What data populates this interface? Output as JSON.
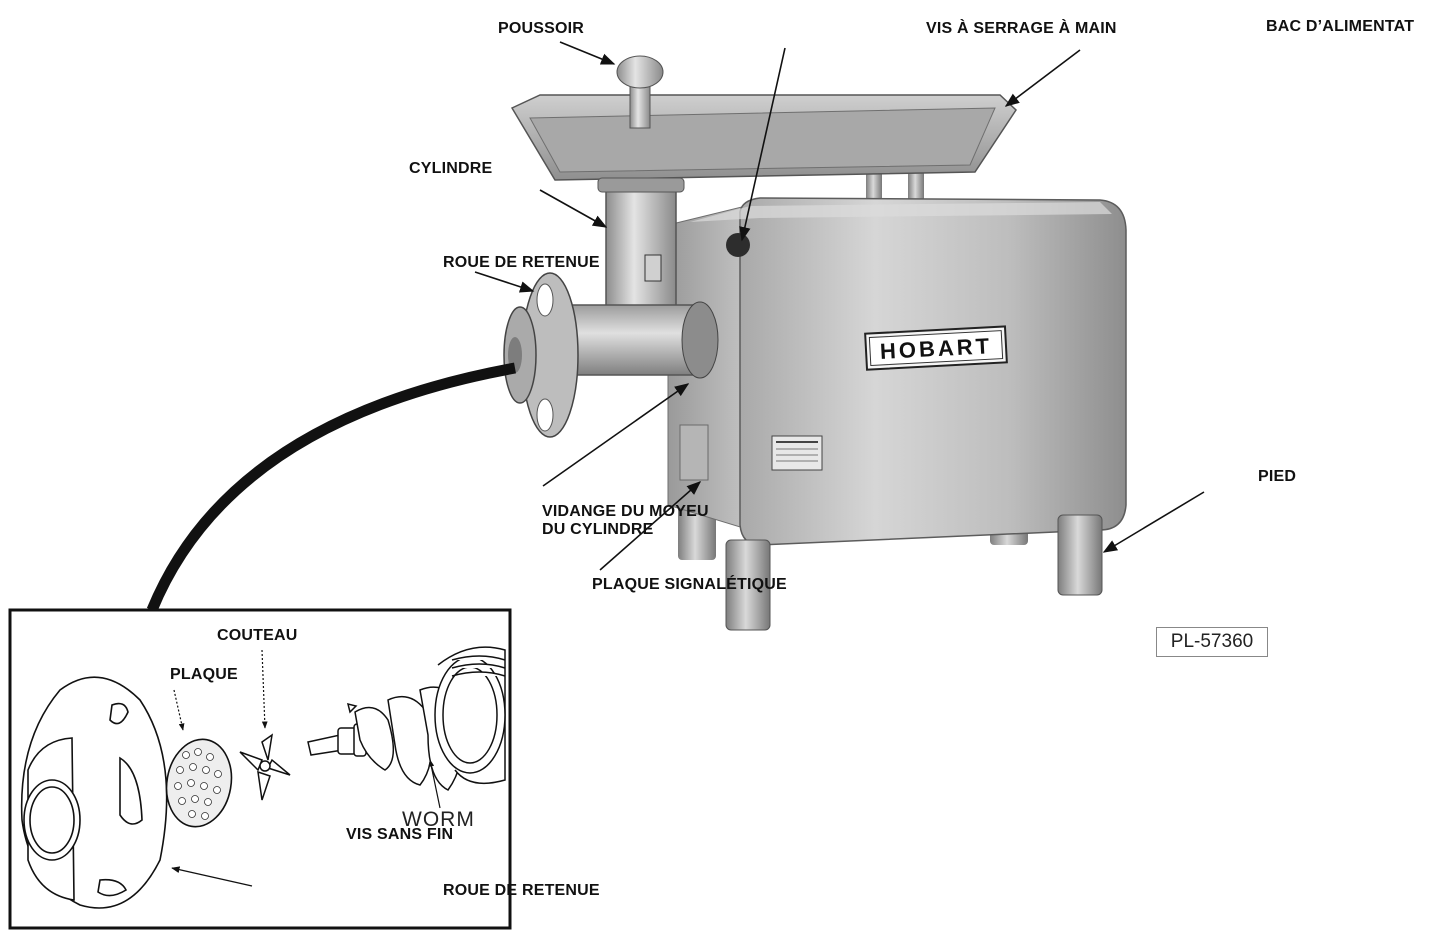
{
  "labels": {
    "pousoir": "POUSSOIR",
    "vis_serrage": "VIS À SERRAGE À MAIN",
    "bac": "BAC D’ALIMENTAT",
    "cylindre": "CYLINDRE",
    "roue_top": "ROUE DE RETENUE",
    "vidange_1": "VIDANGE DU MOYEU",
    "vidange_2": "DU CYLINDRE",
    "plaque_sig": "PLAQUE SIGNALÉTIQUE",
    "pied": "PIED",
    "couteau": "COUTEAU",
    "plaque": "PLAQUE",
    "vis_sans_fin": "VIS SANS FIN",
    "worm": "WORM",
    "roue_bottom": "ROUE DE RETENUE"
  },
  "brand": "HOBART",
  "ref_number": "PL-57360"
}
